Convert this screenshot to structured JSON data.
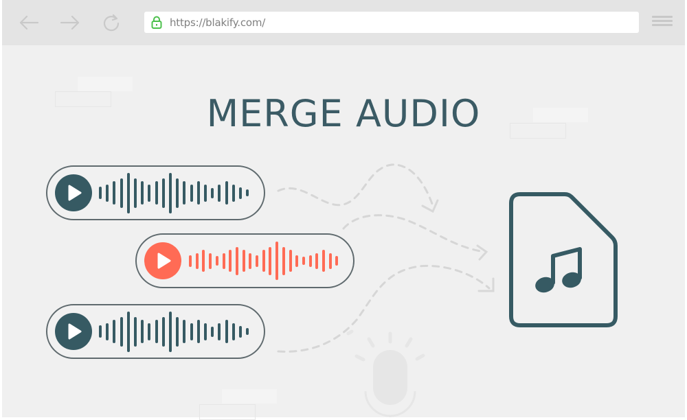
{
  "browser": {
    "url": "https://blakify.com/",
    "back_icon": "arrow-left",
    "forward_icon": "arrow-right",
    "reload_icon": "reload",
    "lock_icon": "lock",
    "menu_icon": "hamburger-menu"
  },
  "page": {
    "title": "MERGE AUDIO"
  },
  "colors": {
    "primary": "#365a63",
    "accent": "#ff6b55",
    "lock_green": "#4cc04c",
    "dash_gray": "#d6d6d6",
    "mic_gray": "#e4e4e4"
  },
  "audio_tracks": [
    {
      "name": "track-1",
      "color": "#365a63",
      "play_icon": "play",
      "bars": [
        18,
        25,
        34,
        43,
        59,
        43,
        34,
        25,
        34,
        43,
        59,
        43,
        34,
        25,
        34,
        25,
        15,
        25,
        34,
        25,
        17,
        10
      ]
    },
    {
      "name": "track-2",
      "color": "#ff6b55",
      "play_icon": "play",
      "bars": [
        17,
        23,
        32,
        23,
        14,
        23,
        32,
        41,
        32,
        23,
        17,
        32,
        41,
        56,
        41,
        32,
        17,
        12,
        17,
        23,
        32,
        23,
        14
      ]
    },
    {
      "name": "track-3",
      "color": "#365a63",
      "play_icon": "play",
      "bars": [
        18,
        25,
        34,
        43,
        59,
        43,
        34,
        25,
        34,
        43,
        59,
        43,
        34,
        25,
        34,
        25,
        15,
        25,
        34,
        25,
        17,
        10
      ]
    }
  ],
  "output_file": {
    "icon": "audio-file-music-note"
  },
  "decorations": {
    "mic_icon": "microphone"
  }
}
